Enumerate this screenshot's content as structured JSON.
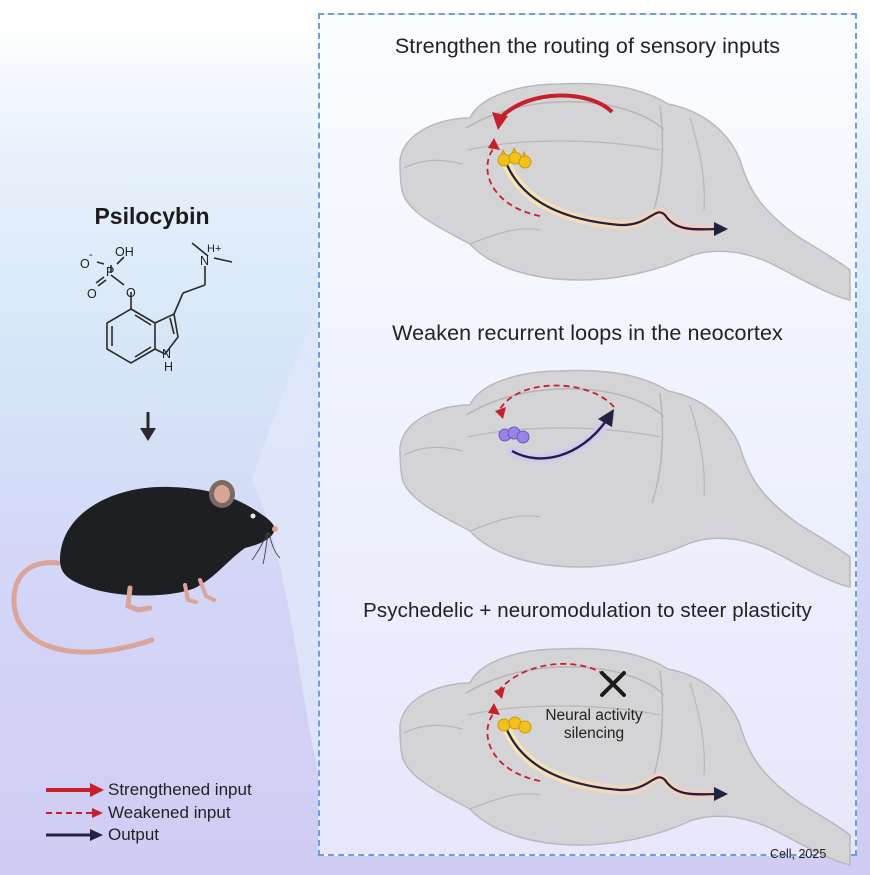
{
  "drug": {
    "name": "Psilocybin",
    "formula_labels": {
      "o_minus": "O",
      "minus": "-",
      "oh": "OH",
      "p": "P",
      "o_double": "O",
      "o_ester": "O",
      "n_plus": "N",
      "h_plus": "H+",
      "nh_n": "N",
      "nh_h": "H"
    }
  },
  "panels": [
    {
      "title": "Strengthen the routing of sensory inputs"
    },
    {
      "title": "Weaken recurrent loops in the neocortex"
    },
    {
      "title": "Psychedelic + neuromodulation to steer plasticity",
      "silencing_label_line1": "Neural activity",
      "silencing_label_line2": "silencing"
    }
  ],
  "legend": [
    {
      "label": "Strengthened input",
      "style": "solid",
      "color": "#c8202b"
    },
    {
      "label": "Weakened input",
      "style": "dashed",
      "color": "#c8202b"
    },
    {
      "label": "Output",
      "style": "solid",
      "color": "#1f2240"
    }
  ],
  "citation": "Cell, 2025",
  "colors": {
    "red": "#c8202b",
    "dark": "#1f2240",
    "neuron_yellow": "#f2c21a",
    "neuron_purple": "#9b82e6",
    "frame": "#6f9fd8",
    "brain": "#d4d4d6"
  }
}
